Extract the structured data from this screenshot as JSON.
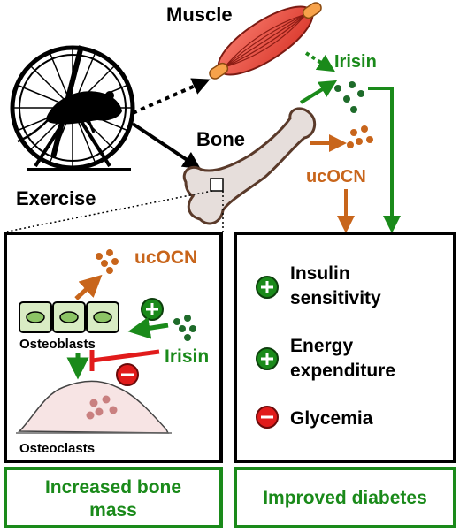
{
  "labels": {
    "muscle": "Muscle",
    "bone": "Bone",
    "exercise": "Exercise",
    "irisin_top": "Irisin",
    "ucocn_top": "ucOCN",
    "ucocn_panel": "ucOCN",
    "osteoblasts": "Osteoblasts",
    "osteoclasts": "Osteoclasts",
    "irisin_panel": "Irisin"
  },
  "effects": [
    {
      "sign": "+",
      "line1": "Insulin",
      "line2": "sensitivity"
    },
    {
      "sign": "+",
      "line1": "Energy",
      "line2": "expenditure"
    },
    {
      "sign": "-",
      "line1": "Glycemia",
      "line2": ""
    }
  ],
  "outcomes": {
    "left_line1": "Increased bone",
    "left_line2": "mass",
    "right": "Improved diabetes"
  },
  "colors": {
    "green": "#1a8a1a",
    "dark_green": "#1e6b2a",
    "orange": "#c8651b",
    "red": "#e11b1b",
    "black": "#000000",
    "muscle": "#ee4b3b",
    "tendon": "#f7a24a",
    "bone_fill": "#e6dedb",
    "cell_fill": "#d9ecc4",
    "osteoclast_fill": "#f7e4e4"
  }
}
